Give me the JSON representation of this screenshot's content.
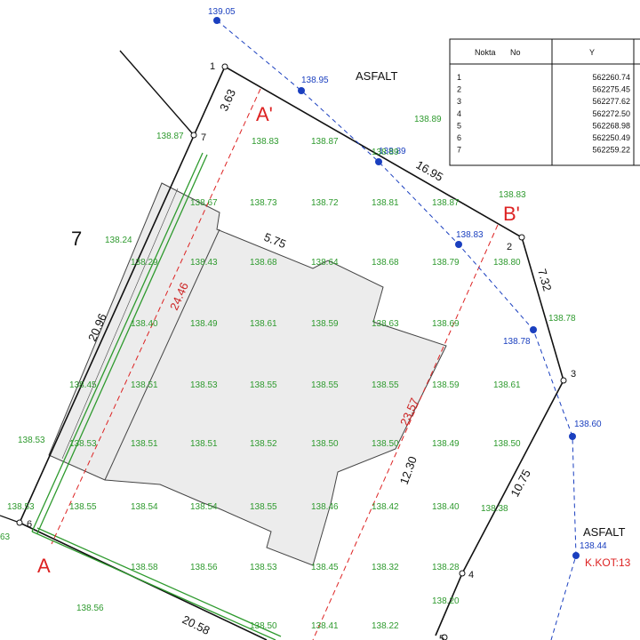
{
  "corners": [
    {
      "no": "1"
    },
    {
      "no": "2"
    },
    {
      "no": "3"
    },
    {
      "no": "4"
    },
    {
      "no": "6"
    },
    {
      "no": "7"
    },
    {
      "no": "5"
    }
  ],
  "parcel_label": "7",
  "asphalt_labels": [
    "ASFALT",
    "ASFALT"
  ],
  "k_kot": "K.KOT:13",
  "sections": {
    "a": "A",
    "a_prime": "A'",
    "b_prime": "B'"
  },
  "dimensions": {
    "d_1_7": "3.63",
    "d_1_2": "16.95",
    "d_2_3": "7.32",
    "d_3_4": "10.75",
    "d_6_7": "20.96",
    "d_bottom": "20.58",
    "d_building_top": "5.75",
    "d_building_side": "12.30",
    "section_a": "24.46",
    "section_b": "23.57"
  },
  "road_elevations": [
    "139.05",
    "138.95",
    "138.89",
    "138.83",
    "138.78",
    "138.60",
    "138.44"
  ],
  "elevations": [
    "138.87",
    "138.83",
    "138.87",
    "138.89",
    "138.83",
    "138.67",
    "138.73",
    "138.72",
    "138.81",
    "138.87",
    "138.24",
    "138.29",
    "138.43",
    "138.68",
    "138.64",
    "138.68",
    "138.79",
    "138.80",
    "138.40",
    "138.49",
    "138.61",
    "138.59",
    "138.63",
    "138.69",
    "138.78",
    "138.45",
    "138.51",
    "138.53",
    "138.55",
    "138.55",
    "138.55",
    "138.59",
    "138.61",
    "138.53",
    "138.53",
    "138.51",
    "138.51",
    "138.52",
    "138.50",
    "138.50",
    "138.49",
    "138.50",
    "138.53",
    "138.55",
    "138.54",
    "138.54",
    "138.55",
    "138.46",
    "138.42",
    "138.40",
    "138.38",
    "138.58",
    "138.56",
    "138.53",
    "138.45",
    "138.32",
    "138.28",
    "138.20",
    "138.56",
    "138.50",
    "138.41",
    "138.22",
    "63"
  ],
  "table": {
    "headers": [
      "Nokta",
      "No",
      "Y"
    ],
    "rows": [
      {
        "no": "1",
        "y": "562260.74"
      },
      {
        "no": "2",
        "y": "562275.45"
      },
      {
        "no": "3",
        "y": "562277.62"
      },
      {
        "no": "4",
        "y": "562272.50"
      },
      {
        "no": "5",
        "y": "562268.98"
      },
      {
        "no": "6",
        "y": "562250.49"
      },
      {
        "no": "7",
        "y": "562259.22"
      }
    ]
  },
  "colors": {
    "boundary": "#111111",
    "section": "#dd2222",
    "elevation": "#2e9a2e",
    "road": "#1a3fbf",
    "fence": "#2e9a2e",
    "building_fill": "#eeeeee"
  }
}
